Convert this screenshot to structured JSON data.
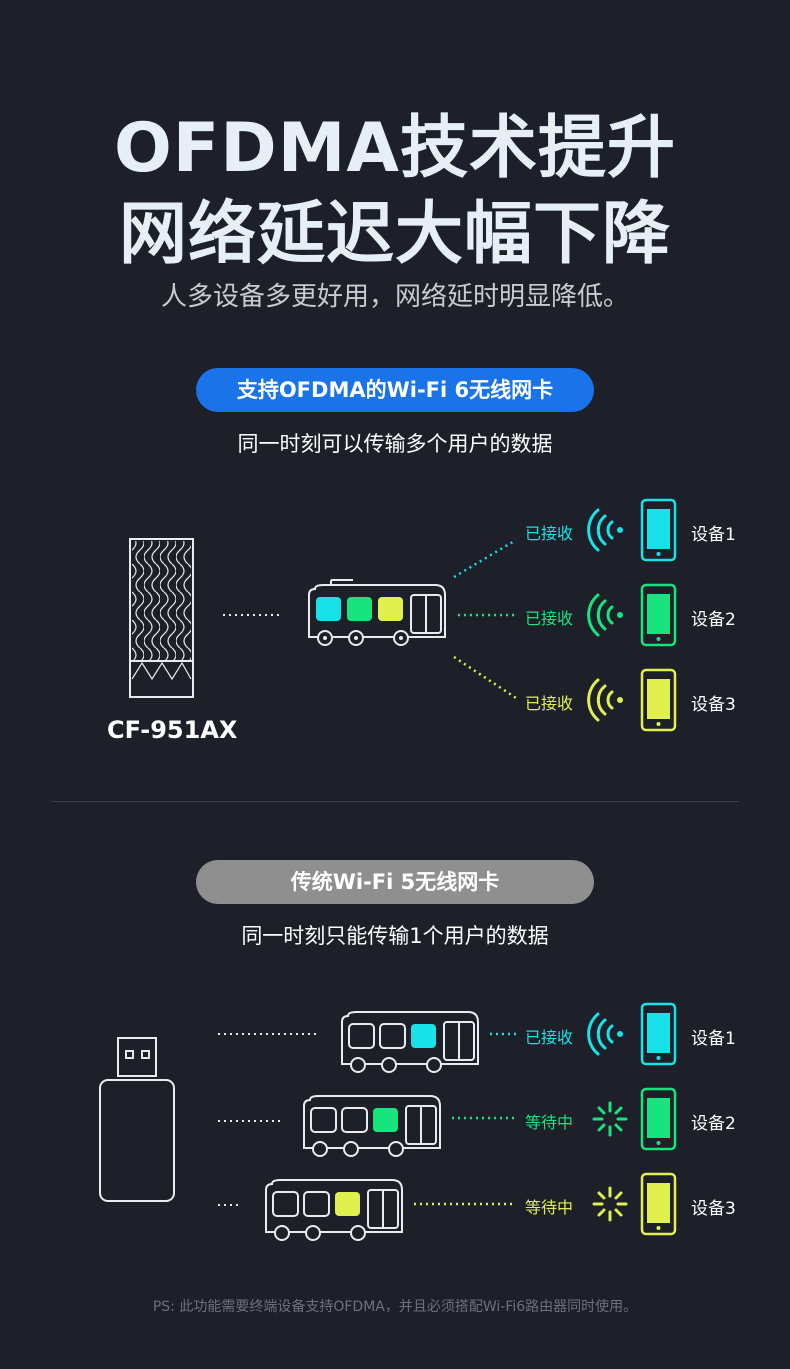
{
  "headline": {
    "line1": "OFDMA技术提升",
    "line2": "网络延迟大幅下降"
  },
  "subtitle": "人多设备多更好用，网络延时明显降低。",
  "section_ofdma": {
    "pill_label": "支持OFDMA的Wi-Fi 6无线网卡",
    "pill_color": "#1a73e8",
    "caption": "同一时刻可以传输多个用户的数据",
    "product_name": "CF-951AX",
    "routes": [
      {
        "status": "已接收",
        "device": "设备1",
        "color": "#19e1e8"
      },
      {
        "status": "已接收",
        "device": "设备2",
        "color": "#18e47f"
      },
      {
        "status": "已接收",
        "device": "设备3",
        "color": "#dff04f"
      }
    ]
  },
  "section_legacy": {
    "pill_label": "传统Wi-Fi 5无线网卡",
    "pill_color": "#8f8f8f",
    "caption": "同一时刻只能传输1个用户的数据",
    "routes": [
      {
        "status": "已接收",
        "device": "设备1",
        "color": "#19e1e8",
        "indicator": "wifi-signal"
      },
      {
        "status": "等待中",
        "device": "设备2",
        "color": "#18e47f",
        "indicator": "loading-spinner"
      },
      {
        "status": "等待中",
        "device": "设备3",
        "color": "#dff04f",
        "indicator": "loading-spinner"
      }
    ]
  },
  "footnote": "PS: 此功能需要终端设备支持OFDMA，并且必须搭配Wi-Fi6路由器同时使用。"
}
